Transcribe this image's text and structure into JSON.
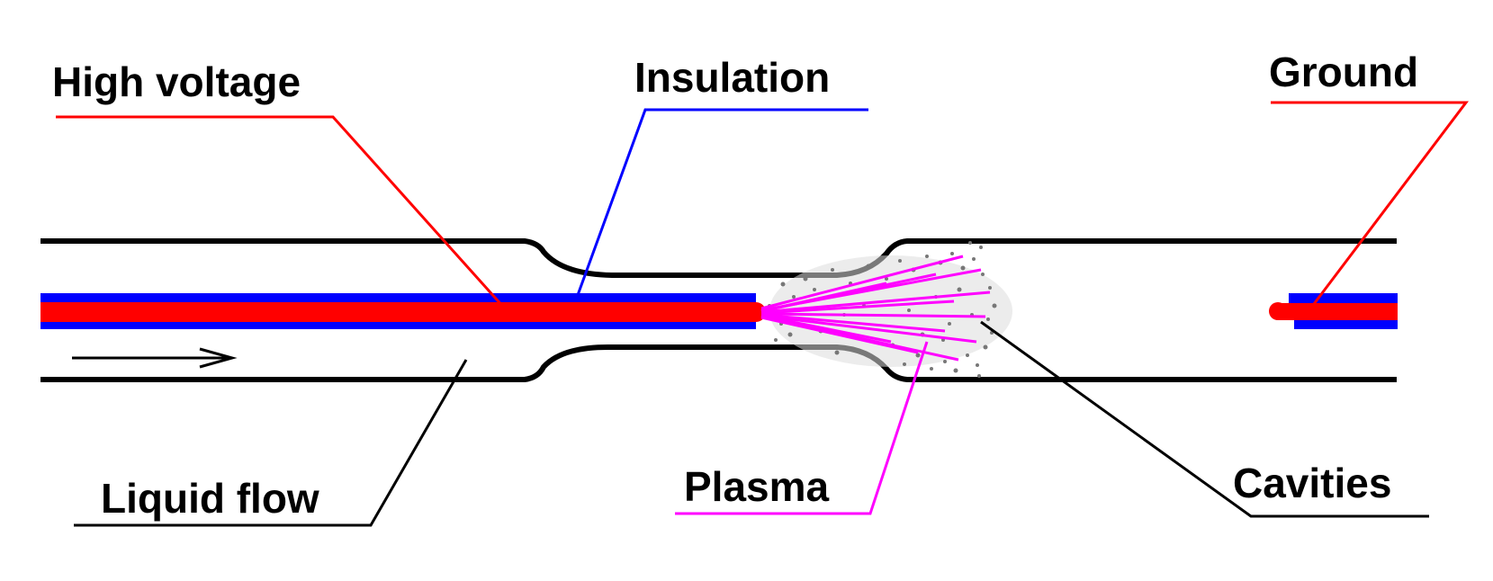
{
  "labels": {
    "high_voltage": "High voltage",
    "insulation": "Insulation",
    "ground": "Ground",
    "liquid_flow": "Liquid flow",
    "plasma": "Plasma",
    "cavities": "Cavities"
  },
  "colors": {
    "high_voltage": "#ff0000",
    "insulation": "#0000ff",
    "plasma": "#ff00ff",
    "pipe": "#000000",
    "cavities": "#777777"
  }
}
